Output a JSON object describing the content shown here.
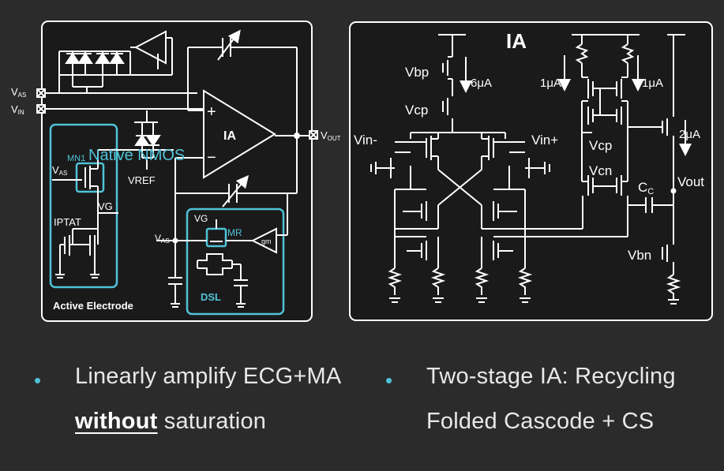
{
  "left_circuit": {
    "pin_vas": "V",
    "pin_vas_sub": "AS",
    "pin_vin": "V",
    "pin_vin_sub": "IN",
    "pin_vout": "V",
    "pin_vout_sub": "OUT",
    "amp_label": "IA",
    "amp_plus": "+",
    "amp_minus": "−",
    "vref": "VREF",
    "native_nmos": "Native NMOS",
    "active_electrode": {
      "title": "Active Electrode",
      "mn1": "MN1",
      "vas": "V",
      "vas_sub": "AS",
      "iptat": "IPTAT",
      "vg": "VG"
    },
    "dsl": {
      "title": "DSL",
      "vg": "VG",
      "mr": "MR",
      "gm": "gm",
      "vas": "V",
      "vas_sub": "AS"
    }
  },
  "right_circuit": {
    "title": "IA",
    "vbp": "Vbp",
    "vcp_left": "Vcp",
    "i_6ua": "6μA",
    "i_1ua_a": "1μA",
    "i_1ua_b": "1μA",
    "i_2ua": "2μA",
    "vin_minus": "Vin-",
    "vin_plus": "Vin+",
    "vcp_right": "Vcp",
    "vcn": "Vcn",
    "cc": "C",
    "cc_sub": "C",
    "vout": "Vout",
    "vbn": "Vbn"
  },
  "bullets": [
    {
      "marker": "•",
      "line1": "Linearly amplify ECG+MA",
      "line2_bold": "without",
      "line2_rest": " saturation"
    },
    {
      "marker": "•",
      "line1": "Two-stage IA: Recycling",
      "line2": "Folded Cascode + CS"
    }
  ],
  "colors": {
    "background": "#2b2b2b",
    "wire": "#ffffff",
    "highlight_box": "#4fc3d7",
    "bullet": "#4fc3d7",
    "text": "#e8e8e8"
  }
}
